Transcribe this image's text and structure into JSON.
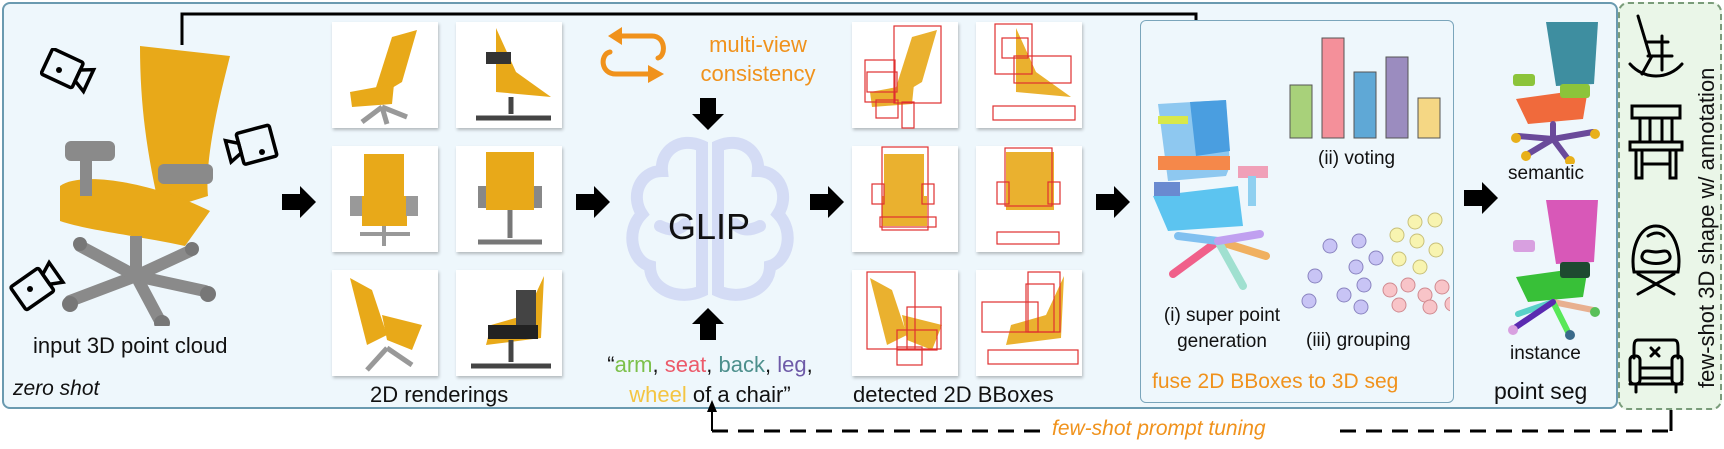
{
  "figure": {
    "zero_shot_label": "zero shot",
    "input_label": "input 3D point cloud",
    "renderings_label": "2D renderings",
    "multiview": {
      "line1": "multi-view",
      "line2": "consistency"
    },
    "glip_label": "GLIP",
    "prompt": {
      "open_quote": "“",
      "parts": [
        {
          "text": "arm",
          "color": "#7cc04a"
        },
        {
          "text": "seat",
          "color": "#ec5a6a"
        },
        {
          "text": "back",
          "color": "#4c8f8c"
        },
        {
          "text": "leg",
          "color": "#6e5aa8"
        },
        {
          "text": "wheel",
          "color": "#f4c542"
        }
      ],
      "sep": ", ",
      "suffix": " of a chair”"
    },
    "detected_label": "detected 2D BBoxes",
    "fuse": {
      "title": "fuse 2D BBoxes to 3D seg",
      "step1_line1": "(i) super point",
      "step1_line2": "generation",
      "step2": "(ii) voting",
      "step3": "(iii) grouping"
    },
    "output": {
      "semantic_label": "semantic",
      "instance_label": "instance",
      "point_seg_label": "point seg"
    },
    "fewshot": {
      "vertical_label": "few-shot 3D shape w/ annotation",
      "prompt_tuning_label": "few-shot prompt tuning",
      "icons": [
        "rocking-chair-icon",
        "wooden-chair-icon",
        "egg-chair-icon",
        "armchair-icon"
      ]
    }
  },
  "chart_data": {
    "type": "bar",
    "title": "(ii) voting",
    "categories": [
      "arm",
      "seat",
      "back",
      "leg",
      "wheel"
    ],
    "values": [
      53,
      100,
      66,
      81,
      40
    ],
    "colors": [
      "#a8d17a",
      "#f4909a",
      "#5fa8d6",
      "#9b8cbf",
      "#f5d784"
    ],
    "xlabel": "",
    "ylabel": ""
  },
  "colors": {
    "accent_orange": "#f0921c",
    "panel_bg": "#eef7fc",
    "panel_border": "#6a9ab0",
    "fewshot_bg": "#eaf6e8",
    "bbox_red": "#e03030"
  }
}
